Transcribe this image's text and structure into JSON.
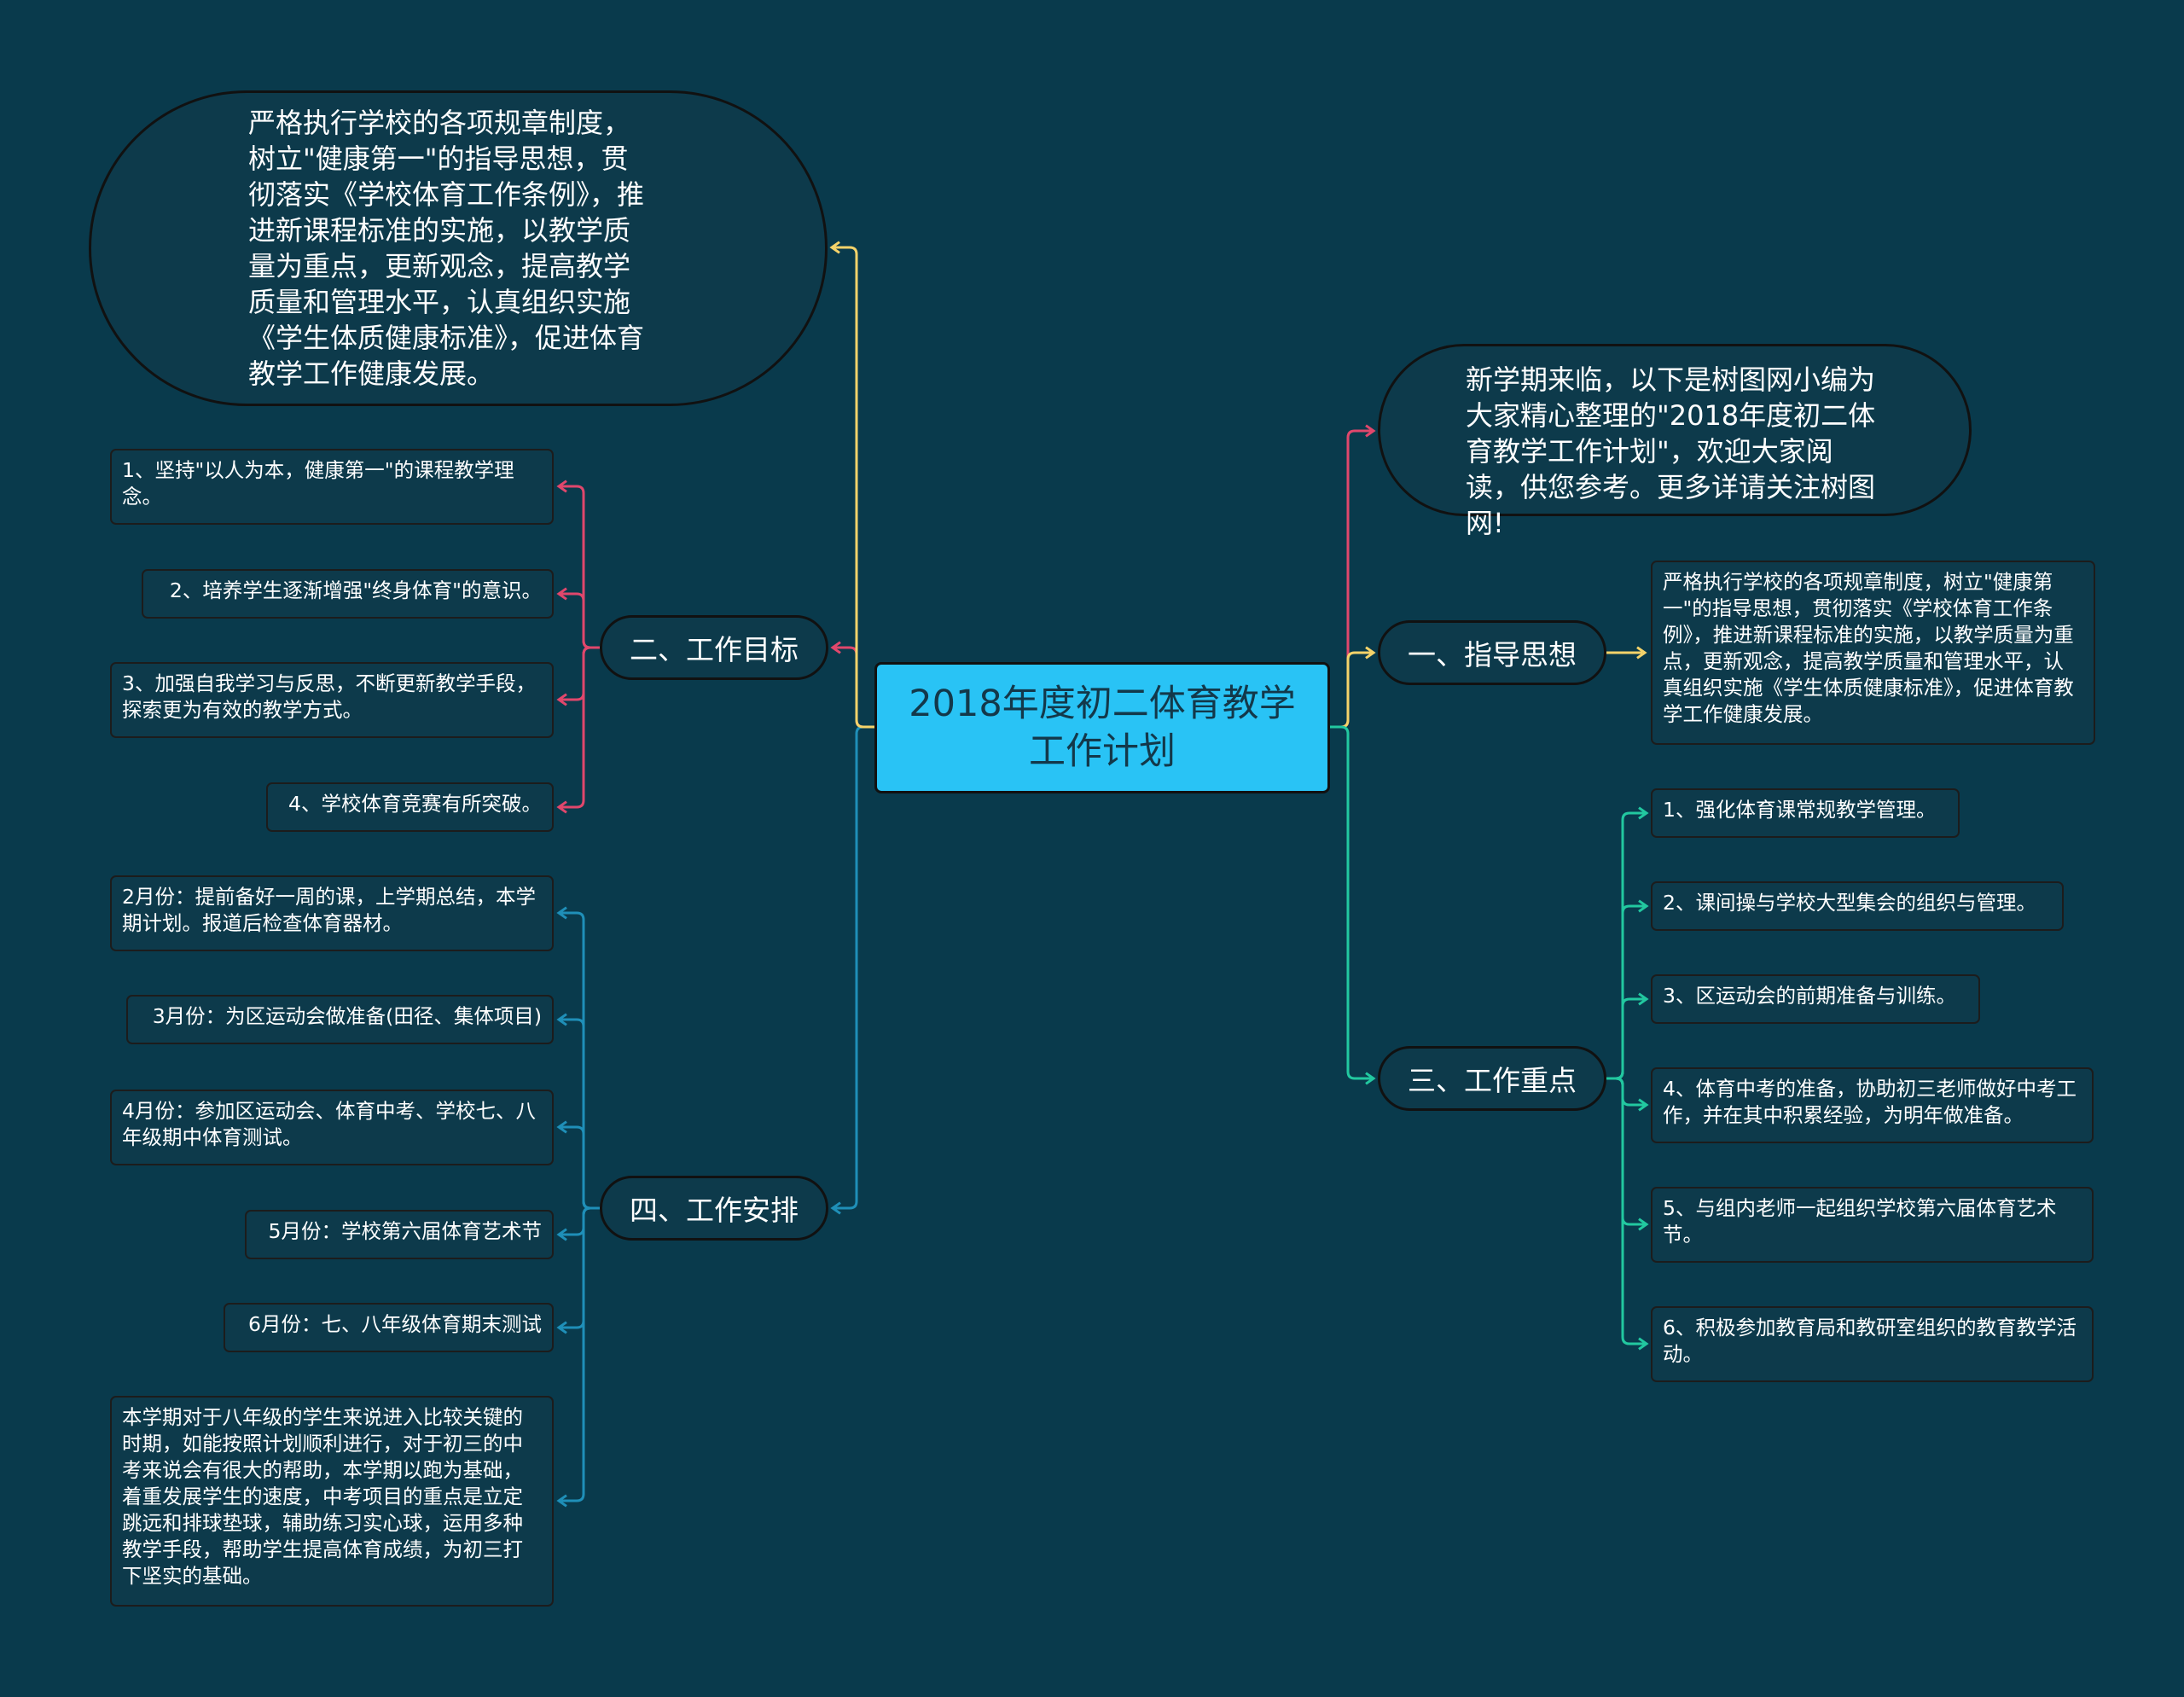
{
  "root": {
    "title": "2018年度初二体育教学工作计划"
  },
  "intro": {
    "text": "新学期来临，以下是树图网小编为大家精心整理的\"2018年度初二体育教学工作计划\"，欢迎大家阅读，供您参考。更多详请关注树图网!"
  },
  "branch1": {
    "label": "一、指导思想",
    "detail": "严格执行学校的各项规章制度，树立\"健康第一\"的指导思想，贯彻落实《学校体育工作条例》，推进新课程标准的实施，以教学质量为重点，更新观念，提高教学质量和管理水平，认真组织实施《学生体质健康标准》，促进体育教学工作健康发展。"
  },
  "branch2": {
    "label": "二、工作目标",
    "top_oval": "严格执行学校的各项规章制度，树立\"健康第一\"的指导思想，贯彻落实《学校体育工作条例》，推进新课程标准的实施，以教学质量为重点，更新观念，提高教学质量和管理水平，认真组织实施《学生体质健康标准》，促进体育教学工作健康发展。",
    "items": [
      "1、坚持\"以人为本，健康第一\"的课程教学理念。",
      "2、培养学生逐渐增强\"终身体育\"的意识。",
      "3、加强自我学习与反思，不断更新教学手段，探索更为有效的教学方式。",
      "4、学校体育竞赛有所突破。"
    ]
  },
  "branch3": {
    "label": "三、工作重点",
    "items": [
      "1、强化体育课常规教学管理。",
      "2、课间操与学校大型集会的组织与管理。",
      "3、区运动会的前期准备与训练。",
      "4、体育中考的准备，协助初三老师做好中考工作，并在其中积累经验，为明年做准备。",
      "5、与组内老师一起组织学校第六届体育艺术节。",
      "6、积极参加教育局和教研室组织的教育教学活动。"
    ]
  },
  "branch4": {
    "label": "四、工作安排",
    "items": [
      "2月份：提前备好一周的课，上学期总结，本学期计划。报道后检查体育器材。",
      "3月份：为区运动会做准备(田径、集体项目)",
      "4月份：参加区运动会、体育中考、学校七、八年级期中体育测试。",
      "5月份：学校第六届体育艺术节",
      "6月份：七、八年级体育期末测试",
      "本学期对于八年级的学生来说进入比较关键的时期，如能按照计划顺利进行，对于初三的中考来说会有很大的帮助，本学期以跑为基础，着重发展学生的速度，中考项目的重点是立定跳远和排球垫球，辅助练习实心球，运用多种教学手段，帮助学生提高体育成绩，为初三打下坚实的基础。"
    ]
  },
  "colors": {
    "background": "#093a4c",
    "root_fill": "#29c3f5",
    "line_intro": "#e0476c",
    "line_branch1": "#f5d36a",
    "line_branch2": "#e0476c",
    "line_branch3": "#22c8a0",
    "line_branch4": "#1f8fb8"
  }
}
